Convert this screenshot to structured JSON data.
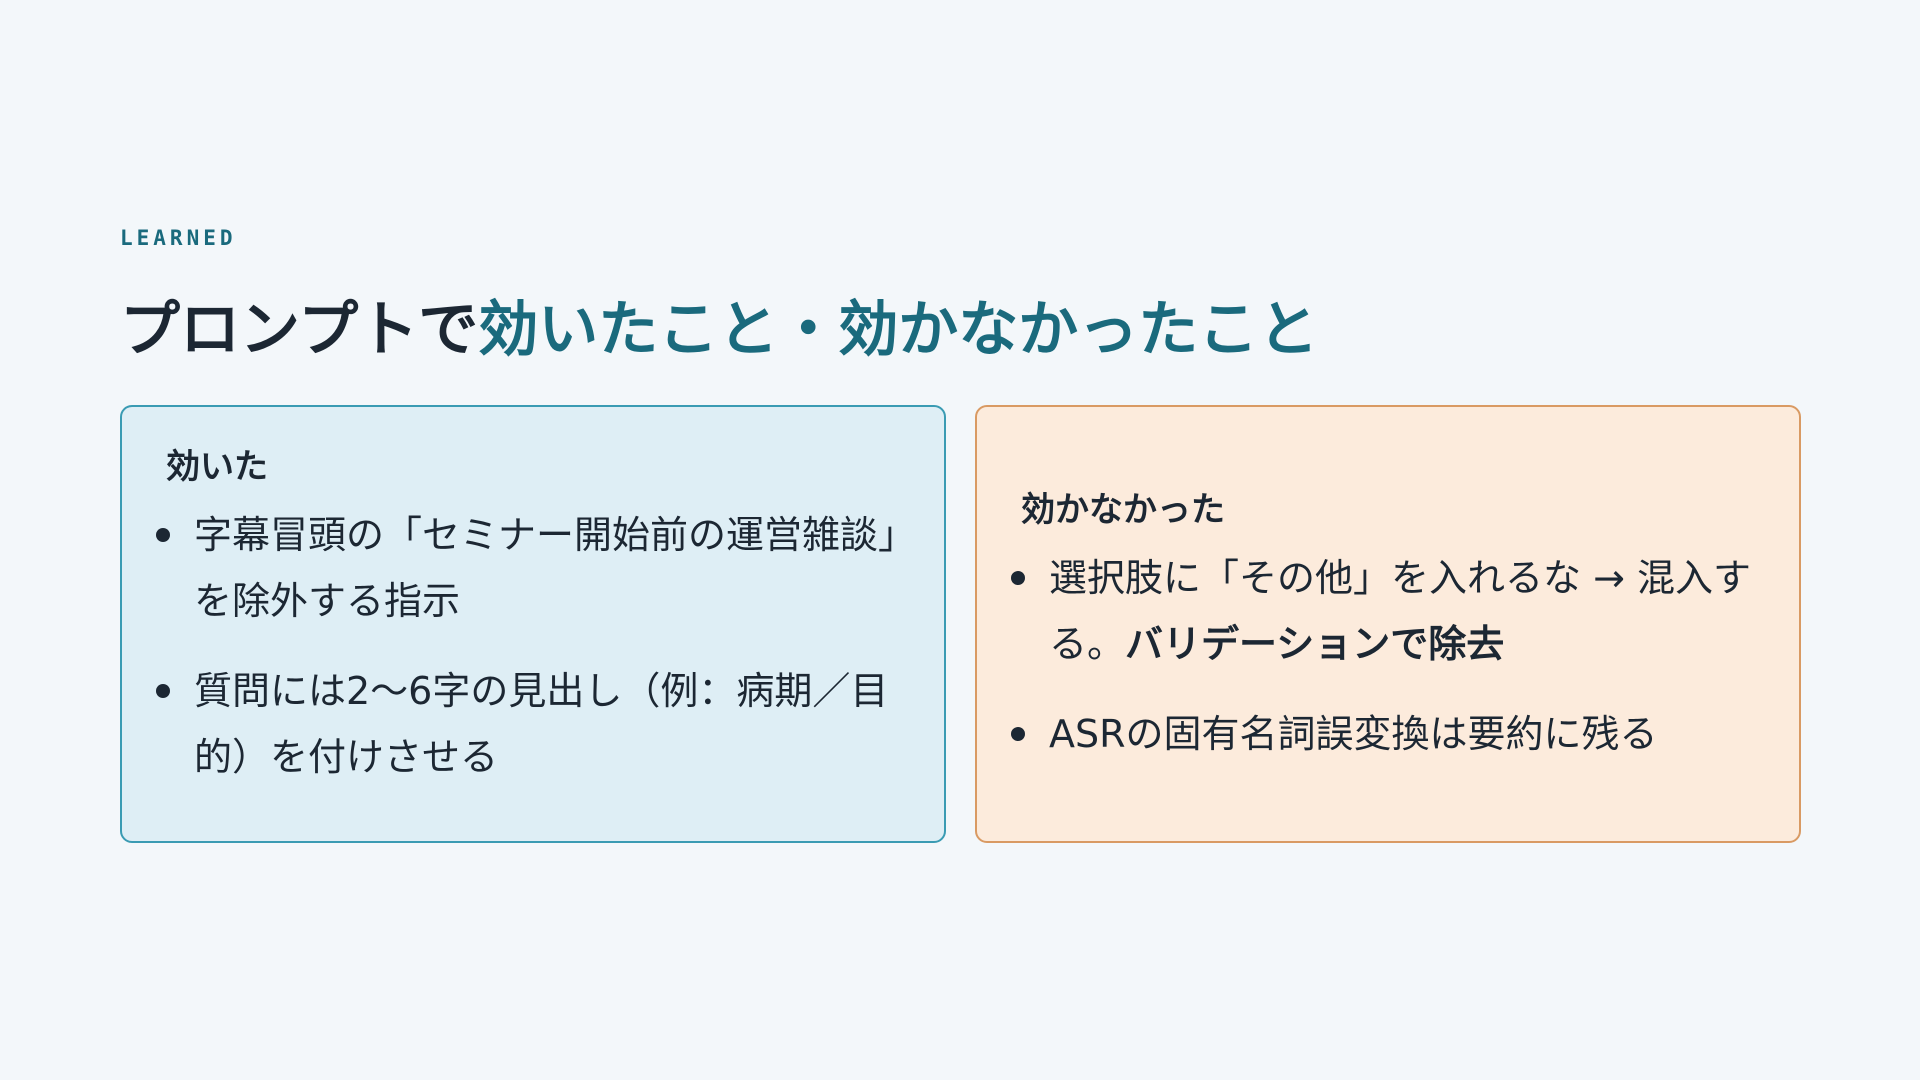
{
  "eyebrow": "LEARNED",
  "title": {
    "plain": "プロンプトで",
    "accent": "効いたこと・効かなかったこと"
  },
  "worked": {
    "heading": "効いた",
    "items": [
      {
        "text": "字幕冒頭の「セミナー開始前の運営雑談」を除外する指示"
      },
      {
        "text": "質問には2〜6字の見出し（例：病期／目的）を付けさせる"
      }
    ]
  },
  "failed": {
    "heading": "効かなかった",
    "items": [
      {
        "text": "選択肢に「その他」を入れるな → 混入する。",
        "bold": "バリデーションで除去"
      },
      {
        "text": "ASRの固有名詞誤変換は要約に残る"
      }
    ]
  },
  "colors": {
    "background": "#f3f7fa",
    "accent": "#1a6a7d",
    "worked_bg": "#deeef5",
    "worked_border": "#3a9bb3",
    "failed_bg": "#fcebdc",
    "failed_border": "#d99a63",
    "text": "#1c2733"
  }
}
